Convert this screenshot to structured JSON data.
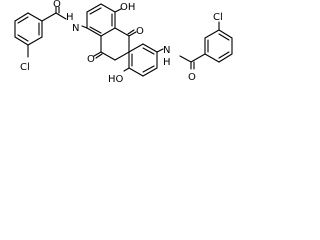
{
  "molecule": {
    "atom_labels": {
      "cl_left": "Cl",
      "hn_left": "H",
      "n_left": "N",
      "o_amide_left": "O",
      "oh_top": "OH",
      "o_keto_top": "O",
      "o_keto_bottom": "O",
      "oh_bottom": "HO",
      "n_right": "N",
      "h_right": "H",
      "o_amide_right": "O",
      "cl_right": "Cl"
    }
  }
}
